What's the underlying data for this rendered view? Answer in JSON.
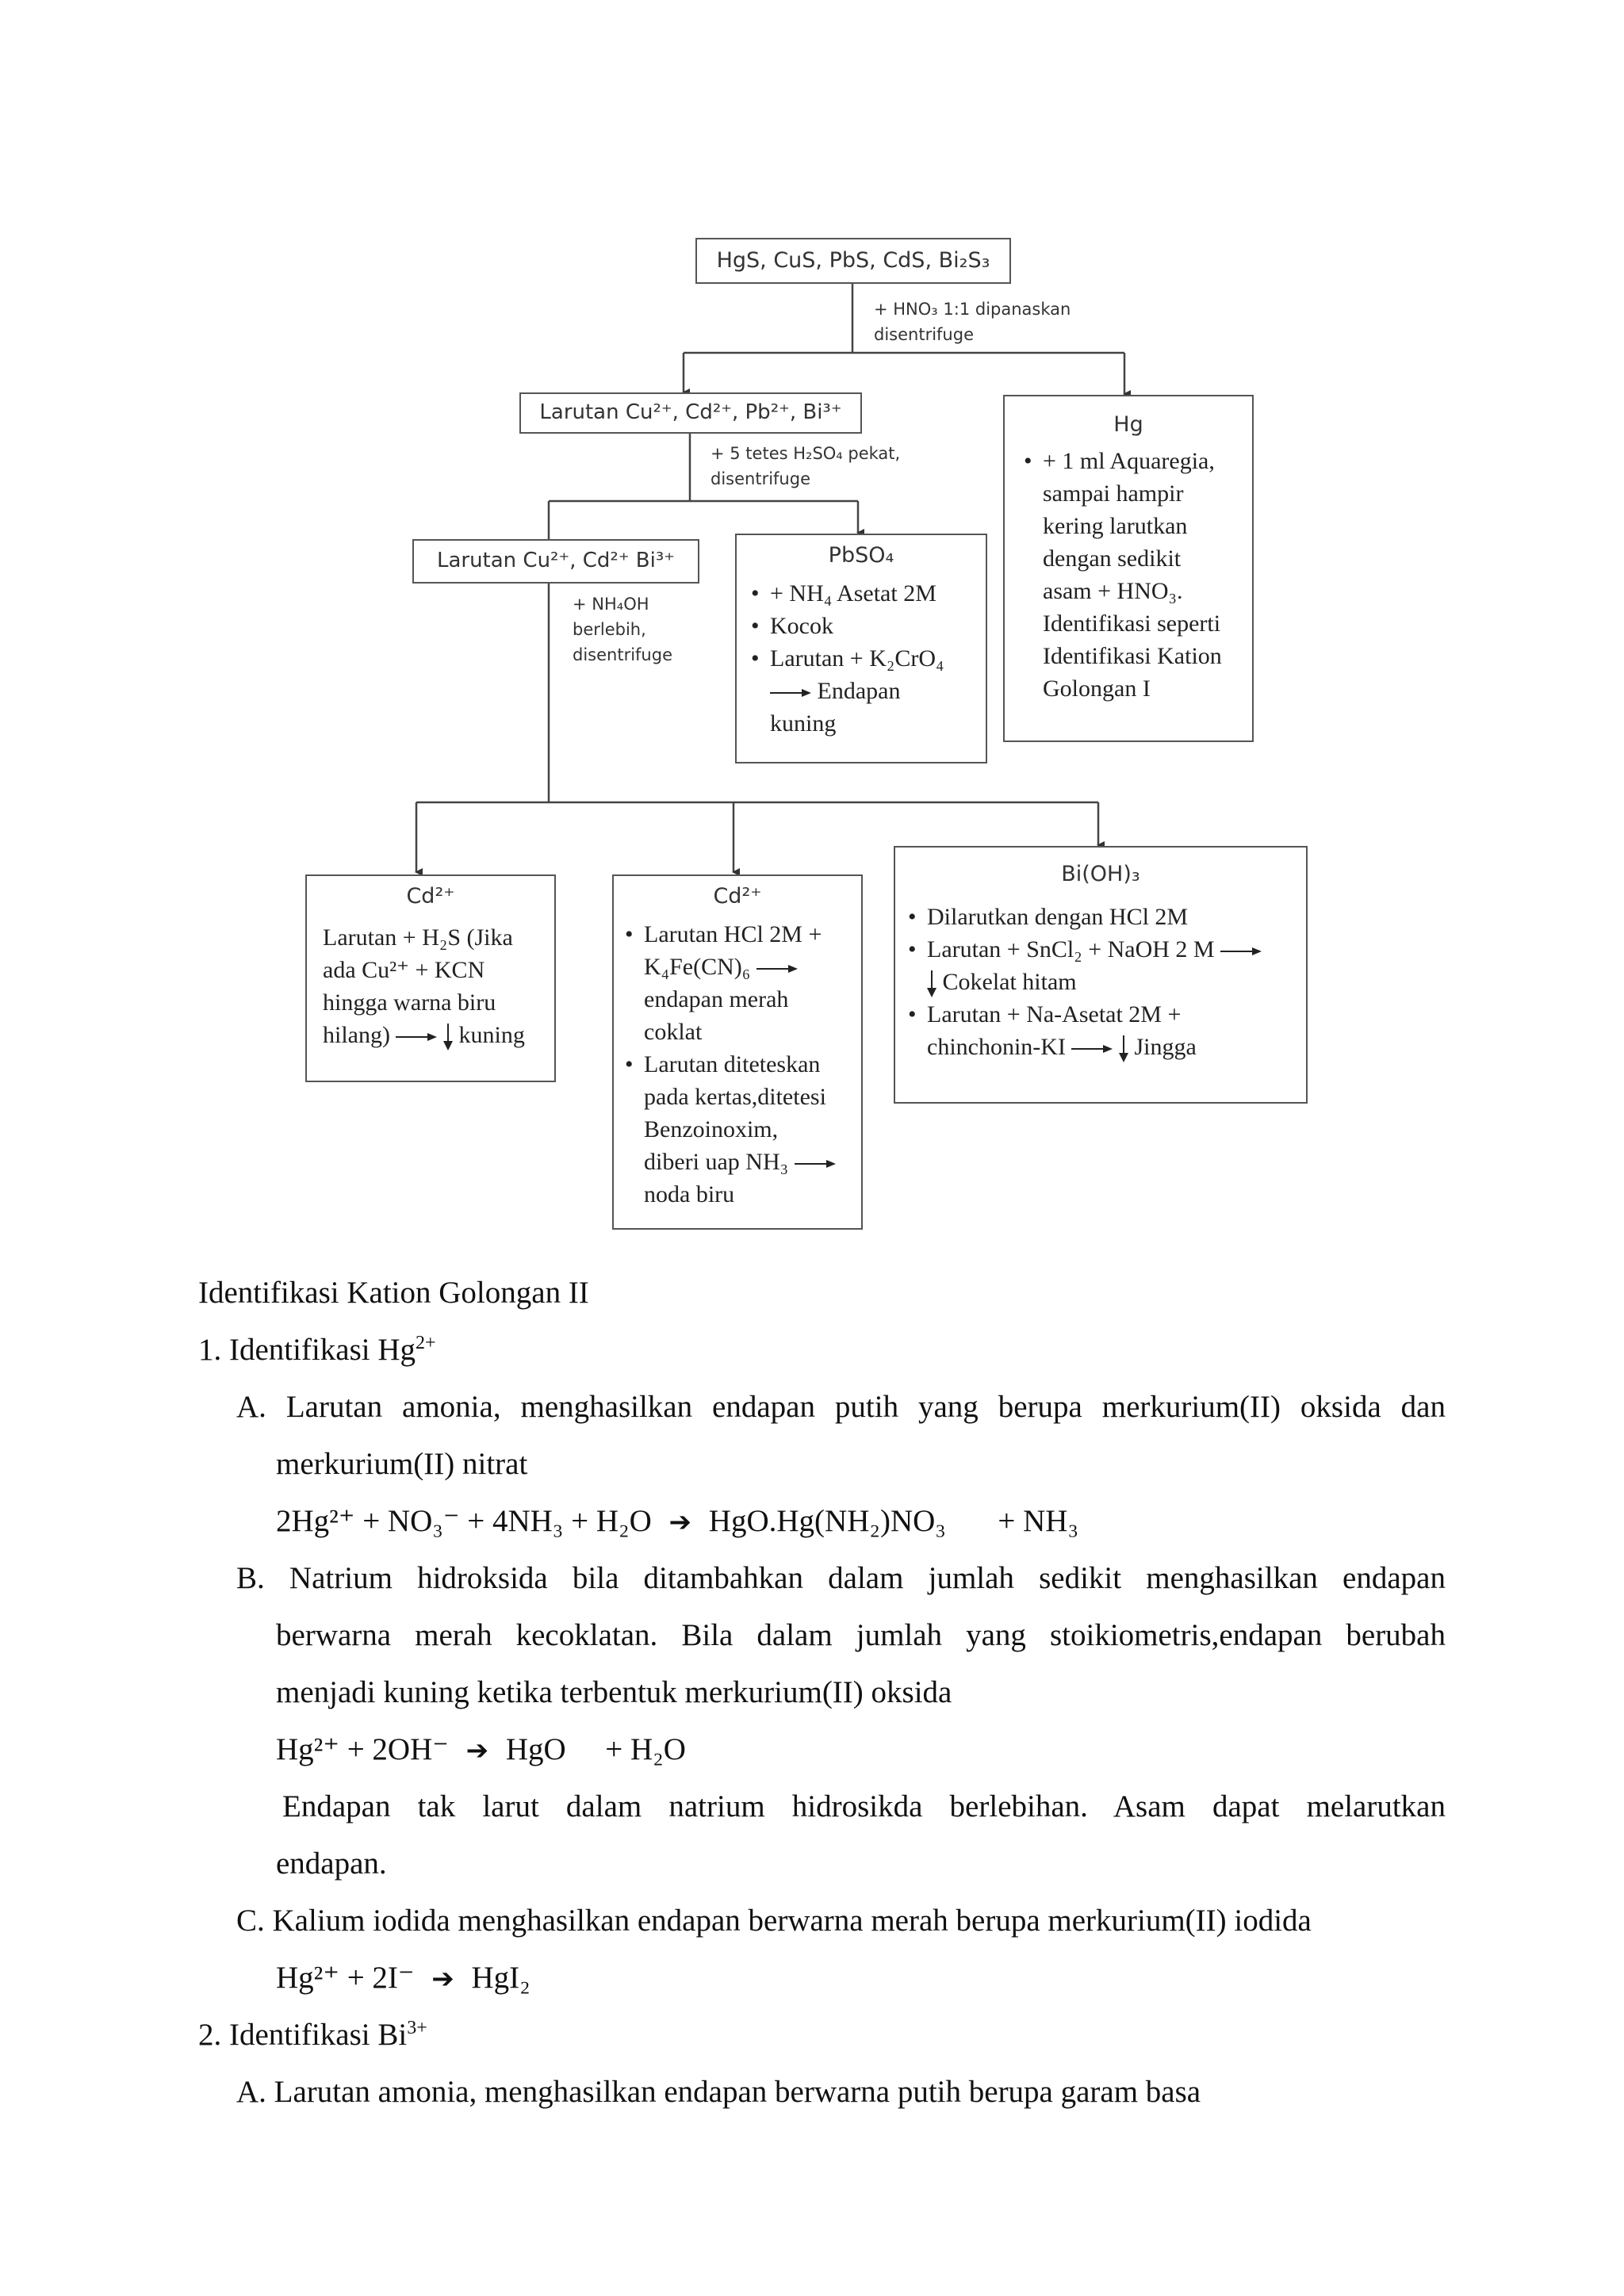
{
  "flowchart": {
    "top": "HgS, CuS, PbS, CdS, Bi₂S₃",
    "step1": [
      "+ HNO₃ 1:1 dipanaskan",
      "disentrifuge"
    ],
    "larutan1": "Larutan Cu²⁺, Cd²⁺, Pb²⁺, Bi³⁺",
    "hg_title": "Hg",
    "hg_lines": [
      "+ 1 ml Aquaregia,",
      "sampai hampir",
      "kering larutkan",
      "dengan sedikit",
      "asam + HNO₃.",
      "Identifikasi seperti",
      "Identifikasi Kation",
      "Golongan I"
    ],
    "step2": [
      "+ 5 tetes H₂SO₄ pekat,",
      "disentrifuge"
    ],
    "larutan2": "Larutan Cu²⁺, Cd²⁺ Bi³⁺",
    "pbso4_title": "PbSO₄",
    "pbso4_items": [
      "+ NH₄ Asetat 2M",
      "Kocok",
      "Larutan + K₂CrO₄"
    ],
    "pbso4_result": [
      "Endapan",
      "kuning"
    ],
    "step3": [
      "+ NH₄OH",
      "berlebih,",
      "disentrifuge"
    ],
    "cd1_title": "Cd²⁺",
    "cd1_lines": [
      "Larutan + H₂S (Jika",
      "ada Cu²⁺ + KCN",
      "hingga warna biru"
    ],
    "cd1_last_a": "hilang)",
    "cd1_last_b": "kuning",
    "cd2_title": "Cd²⁺",
    "cd2_item1_a": "Larutan HCl 2M +",
    "cd2_item1_b": "K₄Fe(CN)₆",
    "cd2_item1_c": "endapan merah",
    "cd2_item1_d": "coklat",
    "cd2_item2": [
      "Larutan diteteskan",
      "pada kertas,ditetesi",
      "Benzoinoxim,"
    ],
    "cd2_item2_e": "diberi uap NH₃",
    "cd2_item2_f": "noda biru",
    "bi_title": "Bi(OH)₃",
    "bi_item1": "Dilarutkan dengan HCl 2M",
    "bi_item2": "Larutan + SnCl₂ + NaOH 2 M",
    "bi_item2_res": "Cokelat hitam",
    "bi_item3": "Larutan + Na-Asetat 2M +",
    "bi_item3_a": "chinchonin-KI",
    "bi_item3_res": "Jingga"
  },
  "text": {
    "heading": "Identifikasi  Kation Golongan  II",
    "s1": "1.  Identifikasi  Hg",
    "s1_sup": "2+",
    "s1a_l1": "A. Larutan amonia, menghasilkan endapan putih yang berupa merkurium(II) oksida dan",
    "s1a_l2": "merkurium(II)  nitrat",
    "s1b_l1": "B. Natrium hidroksida bila ditambahkan dalam jumlah sedikit menghasilkan endapan",
    "s1b_l2": "berwarna merah kecoklatan. Bila dalam jumlah yang stoikiometris,endapan berubah",
    "s1b_l3": "menjadi  kuning  ketika terbentuk  merkurium(II)  oksida",
    "s1b_l4": "Endapan tak larut dalam natrium hidrosikda berlebihan. Asam dapat melarutkan",
    "s1b_l5": "endapan.",
    "s1c_l1": "C. Kalium  iodida  menghasilkan  endapan berwarna  merah berupa merkurium(II)  iodida",
    "s2": "2.  Identifikasi  Bi",
    "s2_sup": "3+",
    "s2a_l1": "A. Larutan  amonia,  menghasilkan  endapan berwarna  putih  berupa garam basa"
  },
  "equations": {
    "eq1": "2Hg²⁺ + NO₃⁻ + 4NH₃ + H₂O",
    "eq1_arrow": "➔",
    "eq1_rhs": "HgO.Hg(NH₂)NO₃",
    "eq1_rhs2": "+ NH₃",
    "eq2": "Hg²⁺ + 2OH⁻",
    "eq2_arrow": "➔",
    "eq2_rhs": "HgO",
    "eq2_rhs2": "+ H₂O",
    "eq3": "Hg²⁺  + 2I⁻",
    "eq3_arrow": "➔",
    "eq3_rhs": "HgI₂"
  }
}
